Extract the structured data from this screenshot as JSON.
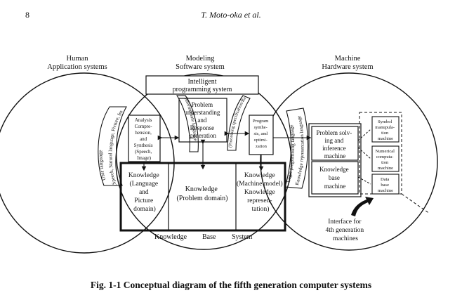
{
  "header": {
    "page_number": "8",
    "authors": "T. Moto-oka et al."
  },
  "sections": {
    "human": [
      "Human",
      "Application systems"
    ],
    "modeling": [
      "Modeling",
      "Software system"
    ],
    "machine": [
      "Machine",
      "Hardware system"
    ]
  },
  "diagram": {
    "intelligent_programming": [
      "Intelligent",
      "programming system"
    ],
    "analysis": [
      "Analysis",
      "Compre-",
      "hension,",
      "and",
      "Synthesis",
      "(Speech,",
      "Image)"
    ],
    "problem_understanding": [
      "Problem",
      "understanding",
      "and",
      "Response",
      "generation"
    ],
    "program_synthesis": [
      "Program",
      "synthe-",
      "sis, and",
      "optimi-",
      "zation"
    ],
    "knowledge_language": [
      "Knowledge",
      "(Language",
      "and",
      "Picture",
      "domain)"
    ],
    "knowledge_problem": [
      "Knowledge",
      "(Problem domain)"
    ],
    "knowledge_machine": [
      "Knowledge",
      "(Machine model)",
      "Knowledge",
      "represen-",
      "tation)"
    ],
    "knowledge_base_system": [
      "Knowledge",
      "Base",
      "System"
    ],
    "problem_solving": [
      "Problem solv-",
      "ing and",
      "inference",
      "machine"
    ],
    "knowledge_base_machine": [
      "Knowledge",
      "base",
      "machine"
    ],
    "symbol_machine": [
      "Symbol",
      "manupula-",
      "tion",
      "machine"
    ],
    "numerical_machine": [
      "Numerical",
      "computa-",
      "tion",
      "machine"
    ],
    "database_machine": [
      "Data",
      "base",
      "machine"
    ],
    "interface": [
      "Interface for",
      "4th generation",
      "machines"
    ],
    "band_user_language": "User language",
    "band_speech": "(Speech, Natural language, Picture, Image)",
    "band_intermediate": "Intermediate language",
    "band_intermediate2": "(Abstract specification)",
    "band_processing": "(Processing specification/Ratio)",
    "band_logic": "Logic programming language",
    "band_knowledge_rep": "Knowledge representation language"
  },
  "caption": "Fig. 1-1   Conceptual diagram of the fifth generation computer systems"
}
